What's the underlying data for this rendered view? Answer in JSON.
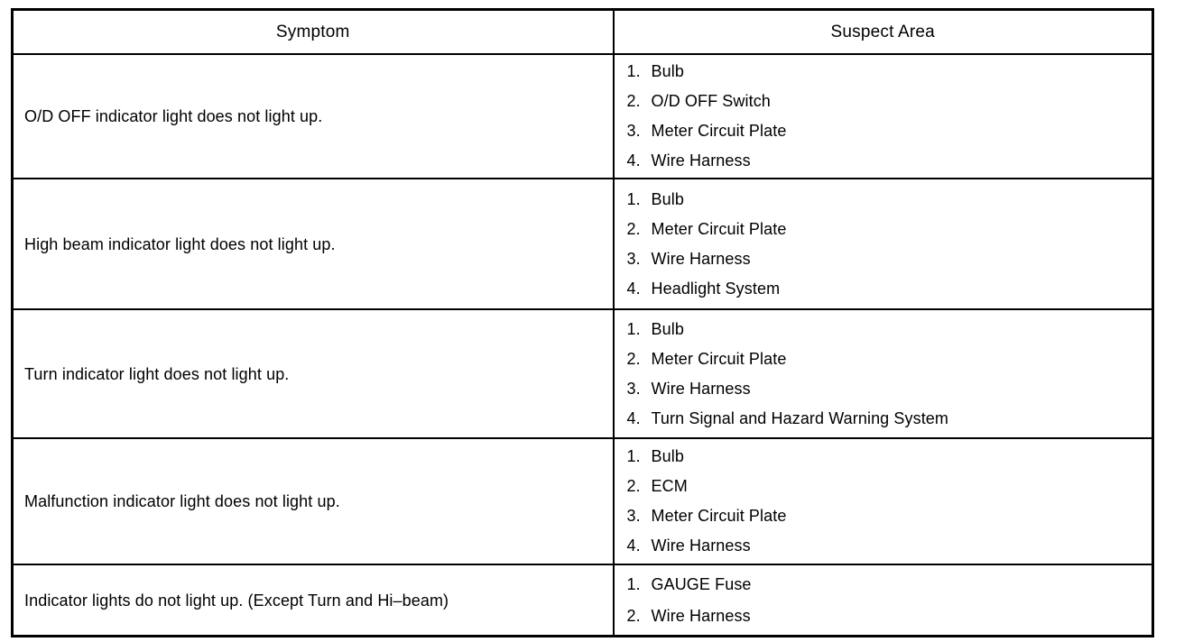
{
  "document": {
    "kind": "troubleshooting-table",
    "background_color": "#ffffff",
    "text_color": "#000000",
    "border_color": "#000000"
  },
  "table": {
    "columns": [
      {
        "key": "symptom",
        "header": "Symptom"
      },
      {
        "key": "suspect",
        "header": "Suspect Area"
      }
    ],
    "rows": [
      {
        "symptom": "O/D OFF indicator light does not light up.",
        "suspect": [
          {
            "num": "1.",
            "text": "Bulb"
          },
          {
            "num": "2.",
            "text": "O/D OFF Switch"
          },
          {
            "num": "3.",
            "text": "Meter Circuit Plate"
          },
          {
            "num": "4.",
            "text": "Wire Harness"
          }
        ]
      },
      {
        "symptom": "High beam indicator light does not light up.",
        "suspect": [
          {
            "num": "1.",
            "text": "Bulb"
          },
          {
            "num": "2.",
            "text": "Meter Circuit Plate"
          },
          {
            "num": "3.",
            "text": "Wire Harness"
          },
          {
            "num": "4.",
            "text": "Headlight System"
          }
        ]
      },
      {
        "symptom": "Turn indicator light does not light up.",
        "suspect": [
          {
            "num": "1.",
            "text": "Bulb"
          },
          {
            "num": "2.",
            "text": "Meter Circuit Plate"
          },
          {
            "num": "3.",
            "text": "Wire Harness"
          },
          {
            "num": "4.",
            "text": "Turn Signal and Hazard Warning System"
          }
        ]
      },
      {
        "symptom": "Malfunction indicator light does not light up.",
        "suspect": [
          {
            "num": "1.",
            "text": "Bulb"
          },
          {
            "num": "2.",
            "text": "ECM"
          },
          {
            "num": "3.",
            "text": "Meter Circuit Plate"
          },
          {
            "num": "4.",
            "text": "Wire Harness"
          }
        ]
      },
      {
        "symptom": "Indicator lights do not light up. (Except Turn and Hi–beam)",
        "suspect": [
          {
            "num": "1.",
            "text": "GAUGE Fuse"
          },
          {
            "num": "2.",
            "text": "Wire Harness"
          }
        ]
      }
    ]
  }
}
